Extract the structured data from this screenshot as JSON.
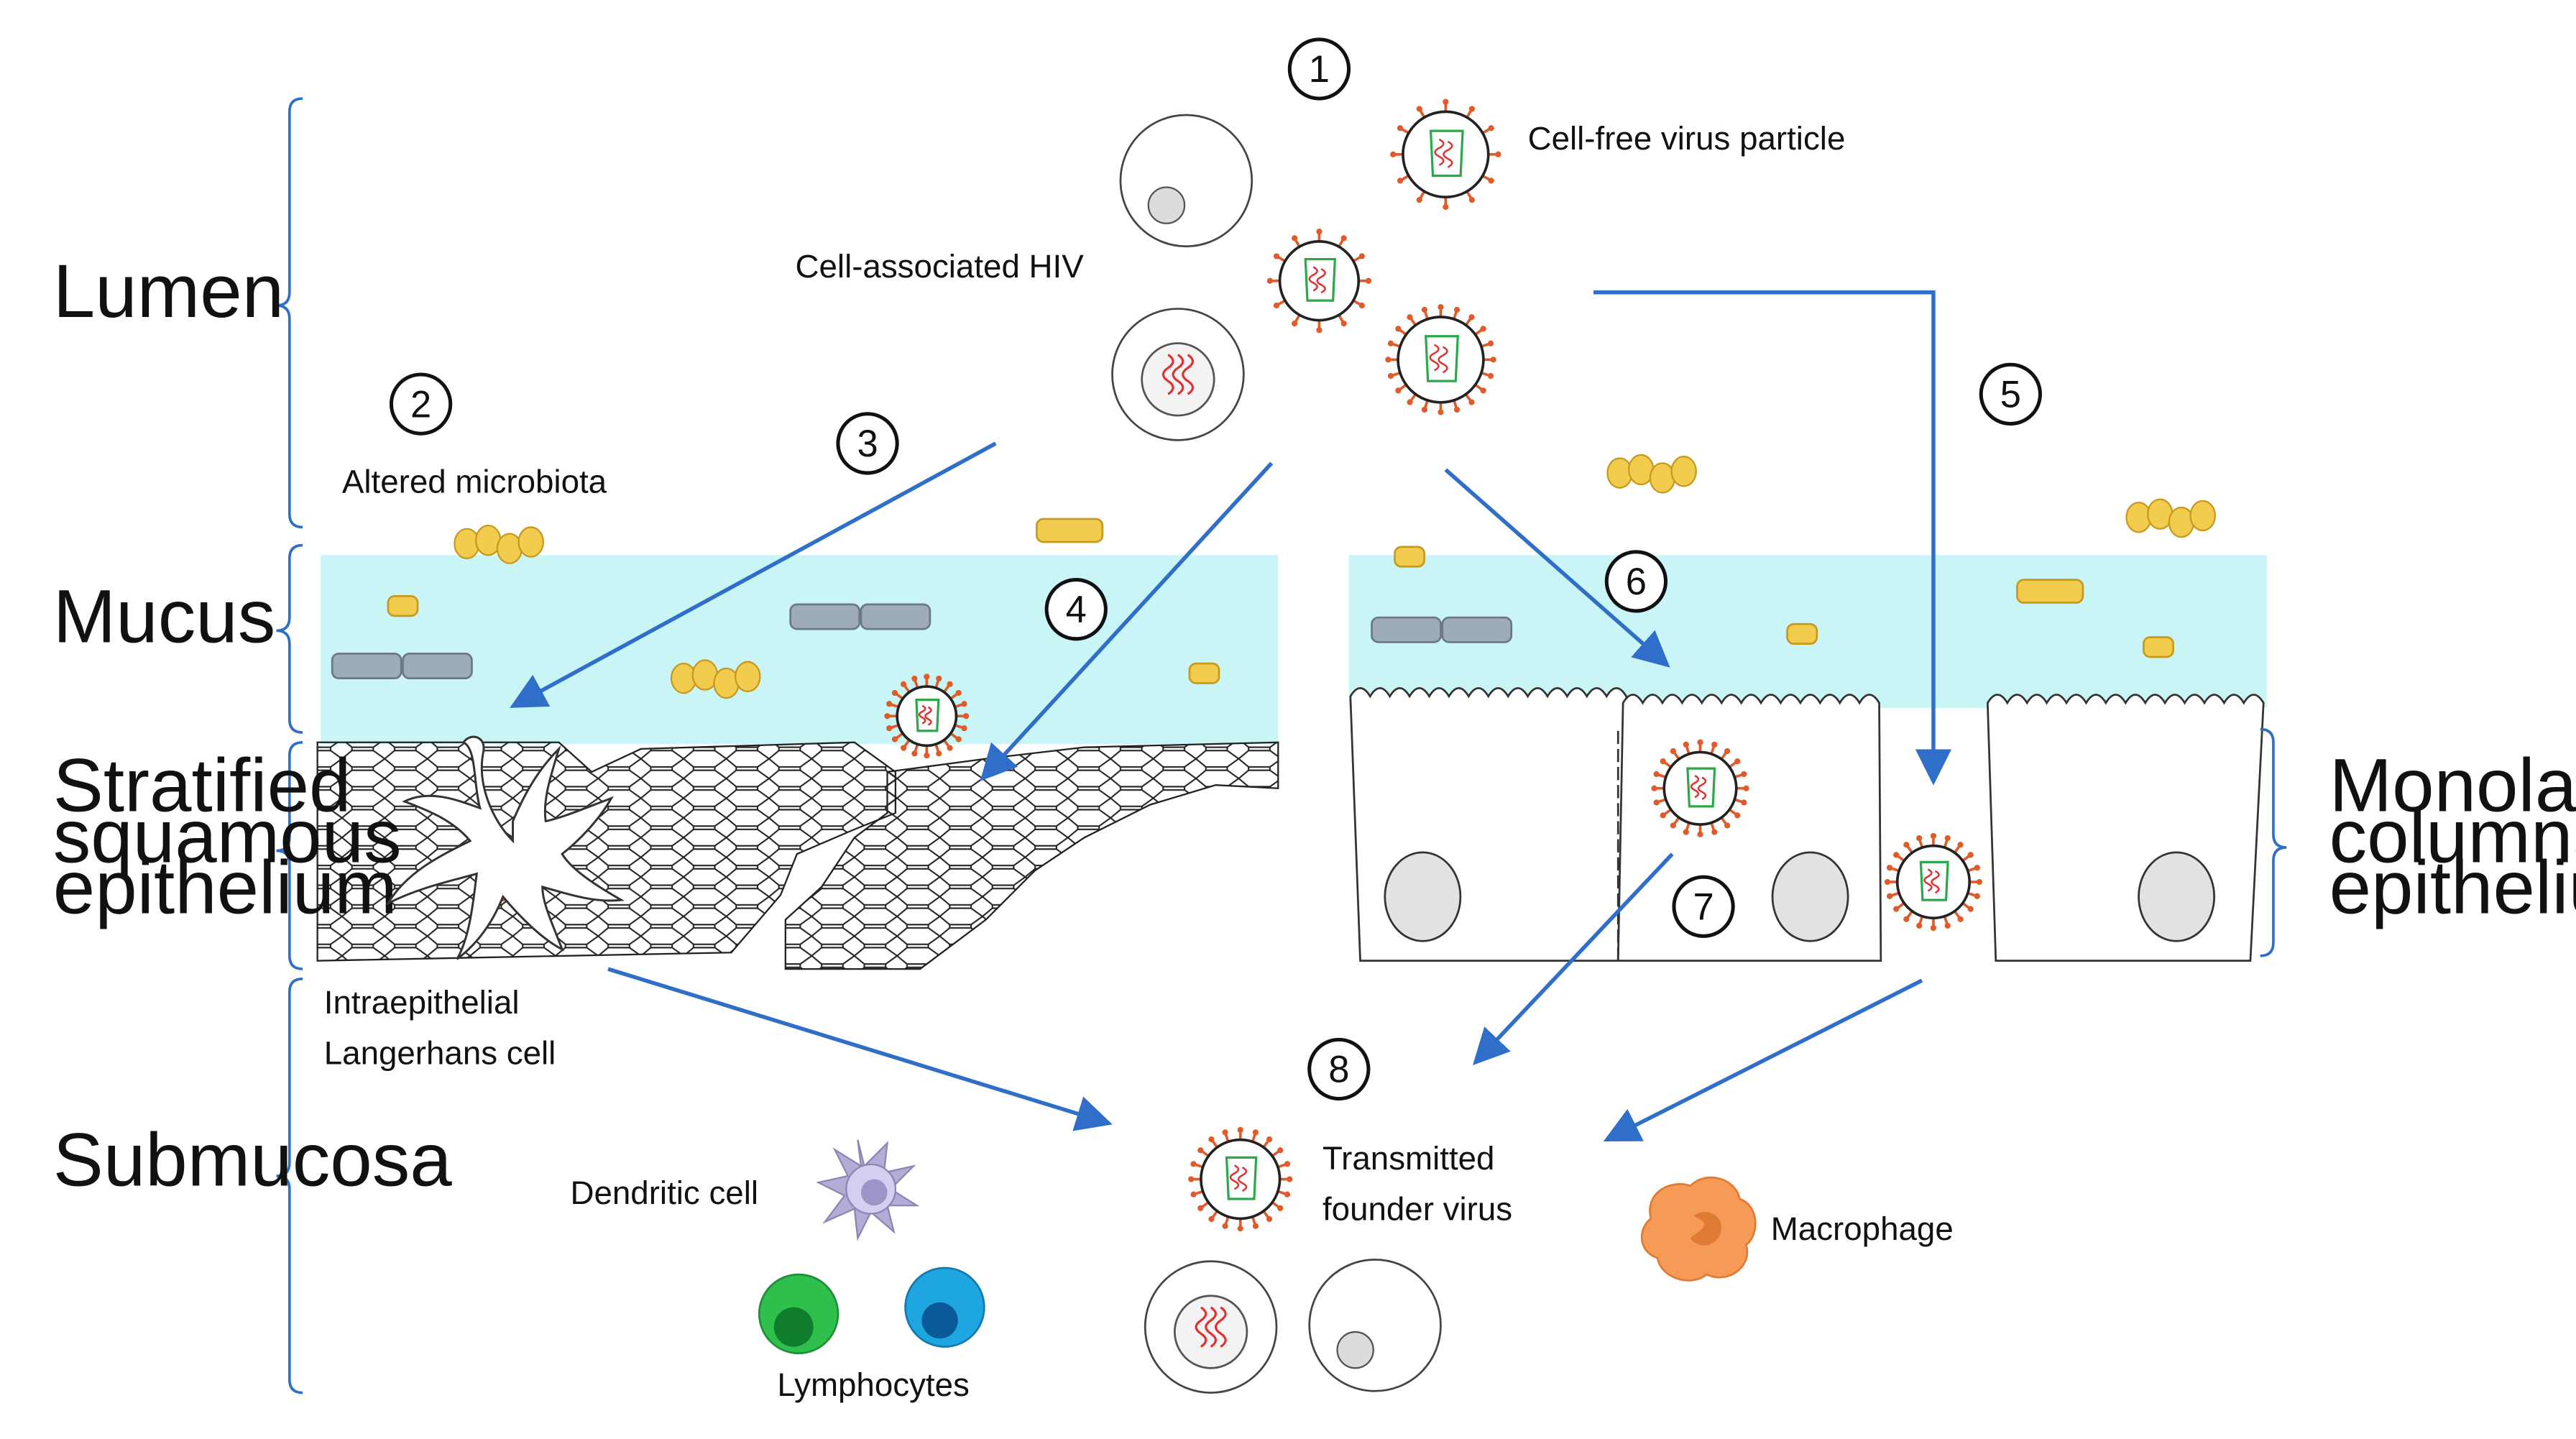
{
  "regions": {
    "lumen": "Lumen",
    "mucus": "Mucus",
    "stratified": [
      "Stratified",
      "squamous",
      "epithelium"
    ],
    "submucosa": "Submucosa",
    "monolayered": [
      "Monolayered",
      "columnar",
      "epithelium"
    ]
  },
  "labels": {
    "cell_free_virus": "Cell-free virus particle",
    "cell_associated_hiv": "Cell-associated HIV",
    "altered_microbiota": "Altered microbiota",
    "langerhans": [
      "Intraepithelial",
      "Langerhans cell"
    ],
    "transmitted": [
      "Transmitted",
      "founder virus"
    ],
    "dendritic": "Dendritic cell",
    "macrophage": "Macrophage",
    "lymphocytes": "Lymphocytes"
  },
  "steps": [
    "1",
    "2",
    "3",
    "4",
    "5",
    "6",
    "7",
    "8"
  ],
  "colors": {
    "mucus": "#c9f5f7",
    "arrow": "#2f6fc9",
    "virus_spike": "#e05a2a",
    "virus_core": "#2aa84a",
    "rna": "#e03030",
    "bacteria_yellow": "#f2cc4f",
    "bacteria_gray": "#9eabb8",
    "macrophage": "#f59a57",
    "dendritic": "#b3acd6",
    "lymph_green": "#2fbf4c",
    "lymph_blue": "#1ea6e0"
  },
  "icons": [
    "virus-particle-icon",
    "infected-cell-icon",
    "bacteria-icon",
    "langerhans-cell-icon",
    "dendritic-cell-icon",
    "macrophage-icon",
    "lymphocyte-icon"
  ]
}
